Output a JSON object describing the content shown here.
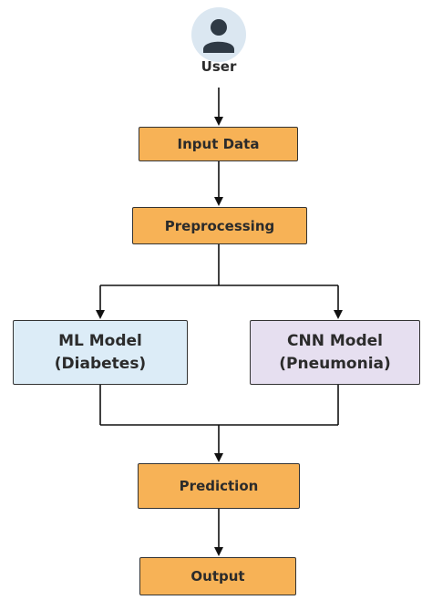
{
  "diagram": {
    "user": {
      "label": "User",
      "icon": "user-icon"
    },
    "input_data": {
      "label": "Input Data"
    },
    "preprocessing": {
      "label": "Preprocessing"
    },
    "ml_model": {
      "line1": "ML Model",
      "line2": "(Diabetes)"
    },
    "cnn_model": {
      "line1": "CNN Model",
      "line2": "(Pneumonia)"
    },
    "prediction": {
      "label": "Prediction"
    },
    "output": {
      "label": "Output"
    }
  },
  "colors": {
    "process_box": "#f7b256",
    "ml_box": "#dcecf7",
    "cnn_box": "#e6dff0",
    "connector": "#111111",
    "icon_bg": "#dbe7f1",
    "icon_fg": "#2f3a45"
  }
}
